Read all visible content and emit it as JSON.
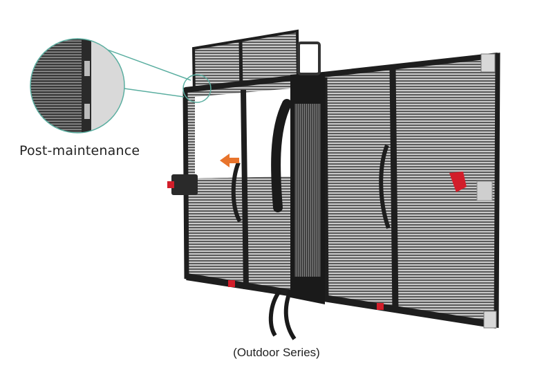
{
  "labels": {
    "feature": "Post-maintenance",
    "series": "(Outdoor Series)"
  },
  "colors": {
    "frame": "#1e1e1e",
    "callout": "#5aaea0",
    "arrow": "#e8742c",
    "clip": "#d21e2a"
  },
  "icons": {
    "zoom": "magnifier-callout",
    "direction": "arrow-left"
  }
}
